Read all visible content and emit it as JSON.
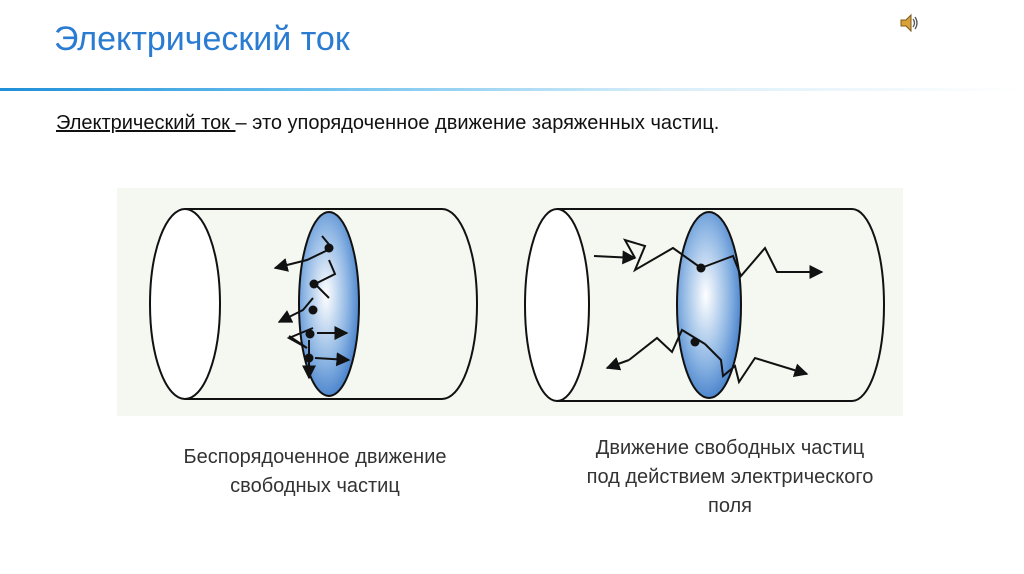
{
  "slide": {
    "title": "Электрический ток"
  },
  "definition": {
    "term": "Электрический ток ",
    "rest": "– это упорядоченное движение заряженных частиц."
  },
  "captions": {
    "left": [
      "Беспорядоченное движение",
      "свободных частиц"
    ],
    "right": [
      "Движение свободных частиц",
      "под действием электрического",
      "поля"
    ]
  },
  "icons": {
    "speaker": "speaker-icon"
  },
  "colors": {
    "title": "#2a7bd2",
    "section_fill": "#3a78c9"
  }
}
